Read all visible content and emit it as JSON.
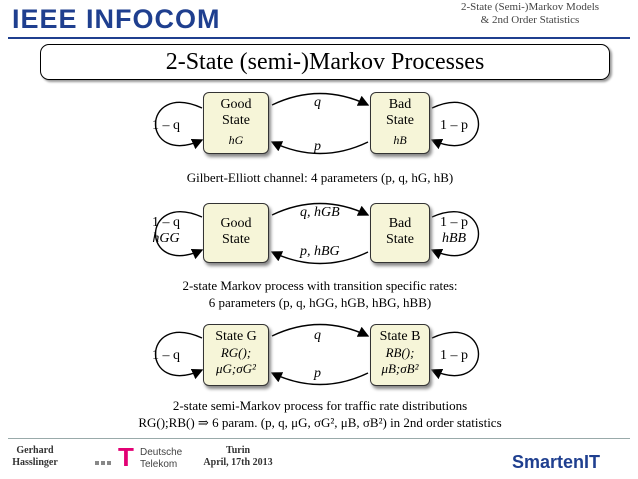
{
  "header": {
    "logo": "IEEE INFOCOM",
    "slide_title_line1": "2-State (Semi-)Markov Models",
    "slide_title_line2": "& 2nd Order Statistics"
  },
  "title": "2-State (semi-)Markov Processes",
  "diagram1": {
    "good": [
      "Good",
      "State",
      "hG"
    ],
    "bad": [
      "Bad",
      "State",
      "hB"
    ],
    "top_label": "q",
    "bottom_label": "p",
    "left_loop": "1 – q",
    "right_loop": "1 – p",
    "caption": "Gilbert-Elliott channel: 4 parameters (p, q, hG, hB)"
  },
  "diagram2": {
    "good": [
      "Good",
      "State"
    ],
    "bad": [
      "Bad",
      "State"
    ],
    "top_label": "q, hGB",
    "bottom_label": "p, hBG",
    "left_loop": [
      "1 – q",
      "hGG"
    ],
    "right_loop": [
      "1 – p",
      "hBB"
    ],
    "caption1": "2-state Markov process with transition specific rates:",
    "caption2": "6 parameters (p, q, hGG, hGB, hBG, hBB)"
  },
  "diagram3": {
    "good": [
      "State G",
      "RG();",
      "μG;σG²"
    ],
    "bad": [
      "State B",
      "RB();",
      "μB;σB²"
    ],
    "top_label": "q",
    "bottom_label": "p",
    "left_loop": "1 – q",
    "right_loop": "1 – p",
    "caption1": "2-state semi-Markov process for traffic rate distributions",
    "caption2": "RG();RB() ⇒ 6 param. (p, q, μG, σG², μB, σB²) in 2nd order statistics"
  },
  "footer": {
    "author1": "Gerhard",
    "author2": "Hasslinger",
    "company1": "Deutsche",
    "company2": "Telekom",
    "place1": "Turin",
    "place2": "April, 17th 2013",
    "partner_logo": "SmartenIT"
  }
}
